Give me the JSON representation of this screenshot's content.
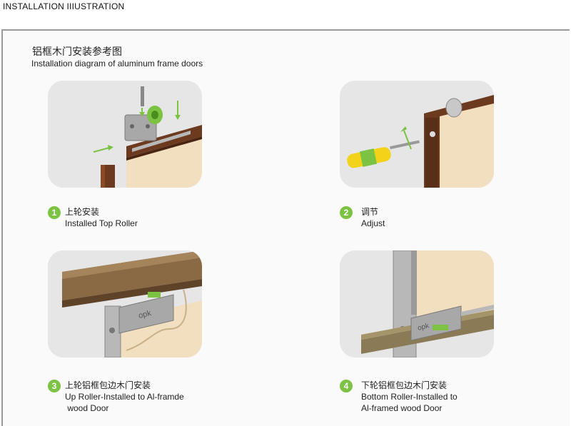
{
  "header": {
    "title": "INSTALLATION IIIUSTRATION"
  },
  "heading": {
    "cn": "铝框木门安装参考图",
    "en": "Installation diagram of aluminum frame doors"
  },
  "steps": [
    {
      "num": "1",
      "cn": "上轮安装",
      "en_lines": [
        "Installed Top Roller"
      ]
    },
    {
      "num": "2",
      "cn": "调节",
      "en_lines": [
        "Adjust"
      ]
    },
    {
      "num": "3",
      "cn": "上轮铝框包边木门安装",
      "en_lines": [
        "Up Roller-Installed to Al-framde",
        " wood Door"
      ]
    },
    {
      "num": "4",
      "cn": "下轮铝框包边木门安装",
      "en_lines": [
        "Bottom Roller-Installed to",
        "Al-framed wood Door"
      ]
    }
  ],
  "labels": {
    "roller_brand": "opk"
  },
  "colors": {
    "accent": "#7cc243",
    "panel_bg": "#e6e6e6",
    "frame_brown": "#6b3a1f",
    "door_cream": "#f2dfbf",
    "aluminum": "#b8b8b8"
  }
}
